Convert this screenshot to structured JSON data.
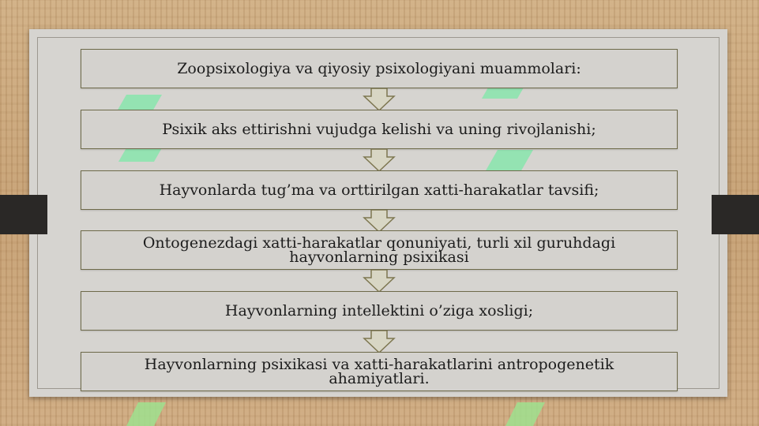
{
  "colors": {
    "box_fill": "#d4d2ce",
    "box_border": "#6e6a4a",
    "arrow_fill": "#d8d6c4",
    "arrow_stroke": "#7d7650",
    "frame": "#d6d4d0",
    "background": "#c9a67c"
  },
  "steps": [
    "Zoopsixologiya va qiyosiy psixologiyani muammolari:",
    "Psixik aks ettirishni vujudga kelishi va uning rivojlanishi;",
    "Hayvonlarda tug’ma va orttirilgan xatti-harakatlar tavsifi;",
    "Ontogenezdagi xatti-harakatlar qonuniyati, turli xil guruhdagi hayvonlarning psixikasi",
    "Hayvonlarning intellektini o’ziga xosligi;",
    "Hayvonlarning psixikasi va xatti-harakatlarini antropogenetik ahamiyatlari."
  ],
  "connector_icon": "down-arrow-icon",
  "watermark_icon": "logo-watermark-icon"
}
